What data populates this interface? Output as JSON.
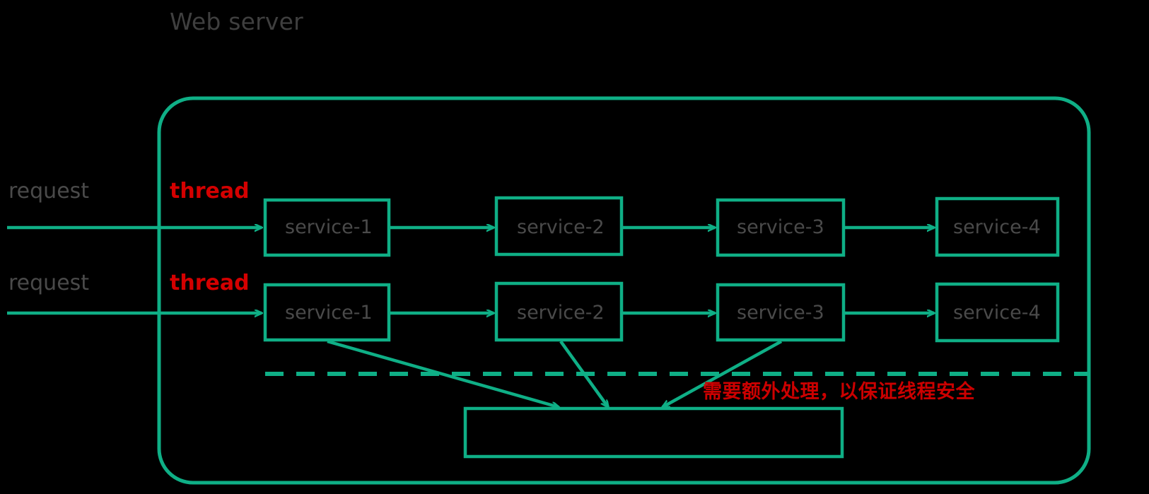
{
  "diagram": {
    "title": "Web server",
    "colors": {
      "background": "#000000",
      "accent_teal": "#0FAF86",
      "label_gray": "#4a4a4a",
      "title_gray": "#3f3f3f",
      "highlight_red": "#d40000",
      "note_red": "#cc0000"
    },
    "container": {
      "label": "web-server-boundary"
    },
    "lanes": [
      {
        "request_label": "request",
        "thread_label": "thread",
        "services": [
          "service-1",
          "service-2",
          "service-3",
          "service-4"
        ]
      },
      {
        "request_label": "request",
        "thread_label": "thread",
        "services": [
          "service-1",
          "service-2",
          "service-3",
          "service-4"
        ]
      }
    ],
    "shared_resource": {
      "label": ""
    },
    "divider": {
      "style": "dashed",
      "label": "shared-resource-divider"
    },
    "note": "需要额外处理，以保证线程安全"
  }
}
